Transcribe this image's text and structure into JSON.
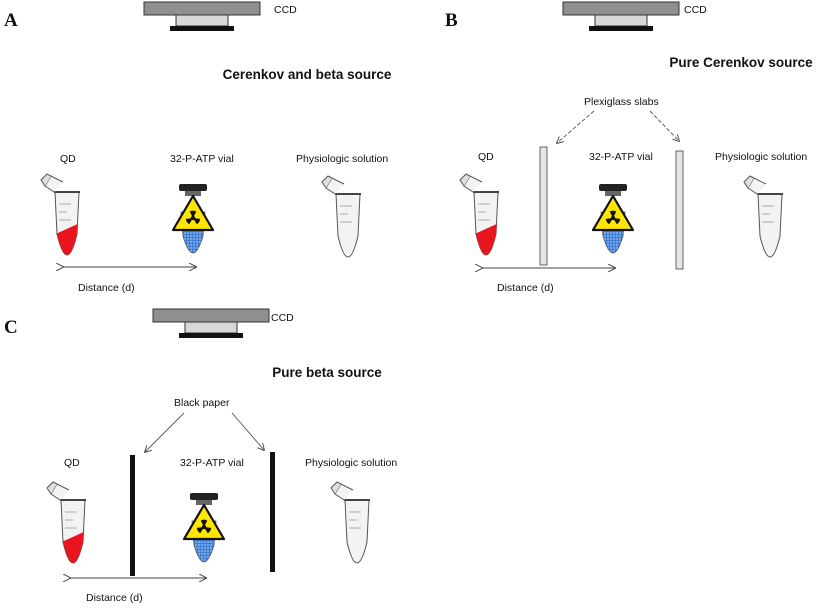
{
  "panels": {
    "a": {
      "letter": "A",
      "ccd_label": "CCD",
      "title": "Cerenkov and beta source",
      "qd_label": "QD",
      "vial_label": "32-P-ATP vial",
      "solution_label": "Physiologic solution",
      "distance_label": "Distance (d)"
    },
    "b": {
      "letter": "B",
      "ccd_label": "CCD",
      "title": "Pure Cerenkov source",
      "slabs_label": "Plexiglass slabs",
      "qd_label": "QD",
      "vial_label": "32-P-ATP vial",
      "solution_label": "Physiologic solution",
      "distance_label": "Distance (d)"
    },
    "c": {
      "letter": "C",
      "ccd_label": "CCD",
      "title": "Pure beta source",
      "paper_label": "Black paper",
      "qd_label": "QD",
      "vial_label": "32-P-ATP vial",
      "solution_label": "Physiologic solution",
      "distance_label": "Distance (d)"
    }
  },
  "colors": {
    "qd_fill": "#e8141e",
    "vial_liquid": "#3d7fd6",
    "warning_yellow": "#ffe600",
    "ccd_gray": "#8f8f8f",
    "plexiglass": "#e6e6e6",
    "black_paper": "#111111"
  }
}
